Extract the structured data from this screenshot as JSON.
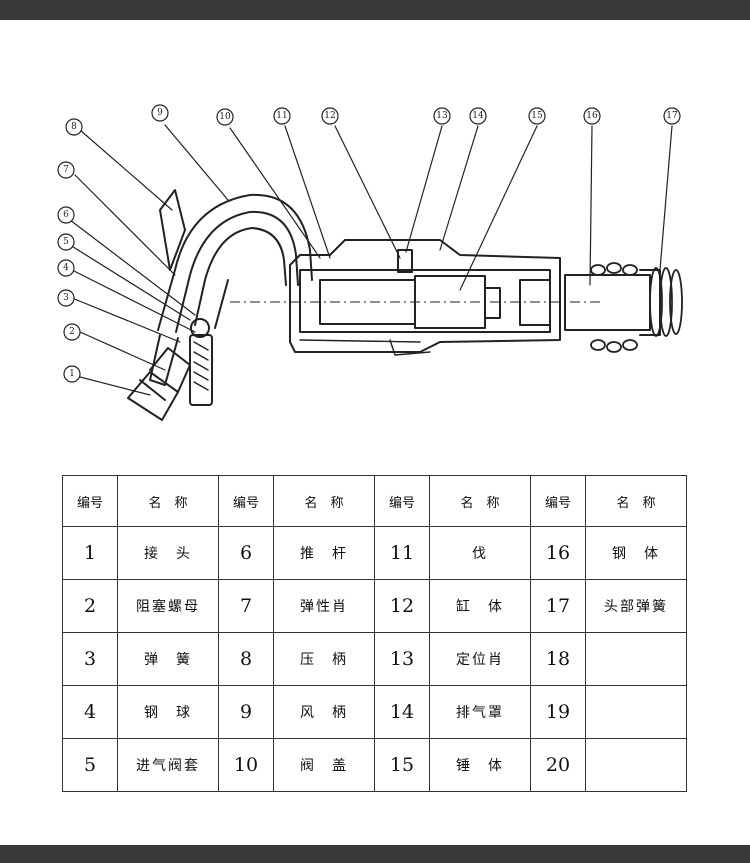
{
  "table": {
    "headers": [
      "编号",
      "名　称",
      "编号",
      "名　称",
      "编号",
      "名　称",
      "编号",
      "名　称"
    ],
    "rows": [
      [
        {
          "no": "1",
          "name": "接　头"
        },
        {
          "no": "6",
          "name": "推　杆"
        },
        {
          "no": "11",
          "name": "伐"
        },
        {
          "no": "16",
          "name": "钢　体"
        }
      ],
      [
        {
          "no": "2",
          "name": "阻塞螺母"
        },
        {
          "no": "7",
          "name": "弹性肖"
        },
        {
          "no": "12",
          "name": "缸　体"
        },
        {
          "no": "17",
          "name": "头部弹簧"
        }
      ],
      [
        {
          "no": "3",
          "name": "弹　簧"
        },
        {
          "no": "8",
          "name": "压　柄"
        },
        {
          "no": "13",
          "name": "定位肖"
        },
        {
          "no": "18",
          "name": ""
        }
      ],
      [
        {
          "no": "4",
          "name": "钢　球"
        },
        {
          "no": "9",
          "name": "风　柄"
        },
        {
          "no": "14",
          "name": "排气罩"
        },
        {
          "no": "19",
          "name": ""
        }
      ],
      [
        {
          "no": "5",
          "name": "进气阀套"
        },
        {
          "no": "10",
          "name": "阀　盖"
        },
        {
          "no": "15",
          "name": "锤　体"
        },
        {
          "no": "20",
          "name": ""
        }
      ]
    ]
  },
  "callouts": [
    "1",
    "2",
    "3",
    "4",
    "5",
    "6",
    "7",
    "8",
    "9",
    "10",
    "11",
    "12",
    "13",
    "14",
    "15",
    "16",
    "17"
  ],
  "colors": {
    "frame": "#3a3a3a",
    "ink": "#222222",
    "paper": "#ffffff"
  }
}
